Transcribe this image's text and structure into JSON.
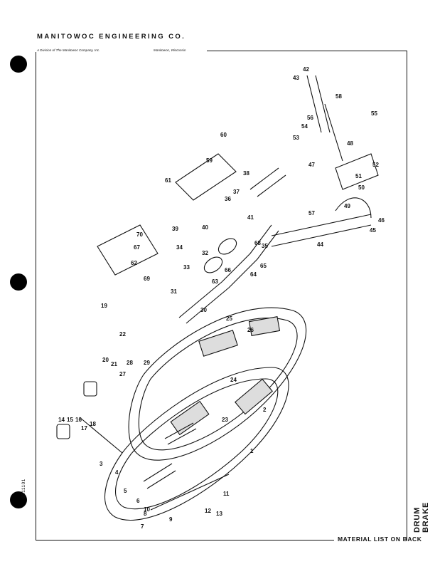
{
  "header": {
    "company": "MANITOWOC ENGINEERING CO.",
    "division": "A Division of The Manitowoc Company, Inc.",
    "location": "Manitowoc, Wisconsin"
  },
  "footer": {
    "plate_number": "6511101",
    "material_list_note": "MATERIAL LIST ON BACK",
    "title": "DRUM BRAKE"
  },
  "callouts": [
    {
      "n": "1"
    },
    {
      "n": "2"
    },
    {
      "n": "3"
    },
    {
      "n": "4"
    },
    {
      "n": "5"
    },
    {
      "n": "6"
    },
    {
      "n": "7"
    },
    {
      "n": "8"
    },
    {
      "n": "9"
    },
    {
      "n": "10"
    },
    {
      "n": "11"
    },
    {
      "n": "12"
    },
    {
      "n": "13"
    },
    {
      "n": "14"
    },
    {
      "n": "15"
    },
    {
      "n": "16"
    },
    {
      "n": "17"
    },
    {
      "n": "18"
    },
    {
      "n": "19"
    },
    {
      "n": "20"
    },
    {
      "n": "21"
    },
    {
      "n": "22"
    },
    {
      "n": "23"
    },
    {
      "n": "24"
    },
    {
      "n": "25"
    },
    {
      "n": "26"
    },
    {
      "n": "27"
    },
    {
      "n": "28"
    },
    {
      "n": "29"
    },
    {
      "n": "30"
    },
    {
      "n": "31"
    },
    {
      "n": "32"
    },
    {
      "n": "33"
    },
    {
      "n": "34"
    },
    {
      "n": "35"
    },
    {
      "n": "36"
    },
    {
      "n": "37"
    },
    {
      "n": "38"
    },
    {
      "n": "39"
    },
    {
      "n": "40"
    },
    {
      "n": "41"
    },
    {
      "n": "42"
    },
    {
      "n": "43"
    },
    {
      "n": "44"
    },
    {
      "n": "45"
    },
    {
      "n": "46"
    },
    {
      "n": "47"
    },
    {
      "n": "48"
    },
    {
      "n": "49"
    },
    {
      "n": "50"
    },
    {
      "n": "51"
    },
    {
      "n": "52"
    },
    {
      "n": "53"
    },
    {
      "n": "54"
    },
    {
      "n": "55"
    },
    {
      "n": "56"
    },
    {
      "n": "57"
    },
    {
      "n": "58"
    },
    {
      "n": "59"
    },
    {
      "n": "60"
    },
    {
      "n": "61"
    },
    {
      "n": "62"
    },
    {
      "n": "63"
    },
    {
      "n": "64"
    },
    {
      "n": "65"
    },
    {
      "n": "66"
    },
    {
      "n": "67"
    },
    {
      "n": "68"
    },
    {
      "n": "69"
    },
    {
      "n": "70"
    }
  ]
}
